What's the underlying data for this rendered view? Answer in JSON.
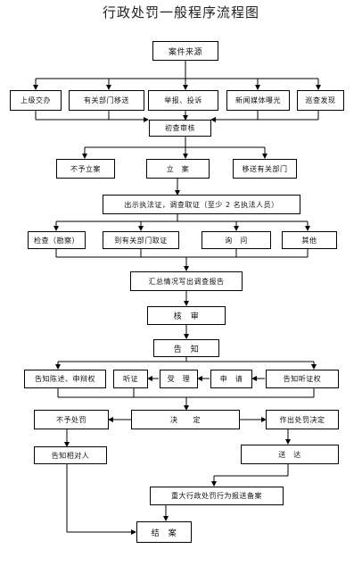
{
  "title": "行政处罚一般程序流程图",
  "nodes": {
    "source": "案件来源",
    "higher_referral": "上级交办",
    "dept_transfer": "有关部门移送",
    "report": "举报、投诉",
    "media_exposure": "新闻媒体曝光",
    "inspection": "巡查发现",
    "initial_review": "初查审核",
    "not_filed": "不予立案",
    "filed": "立　案",
    "transfer_dept": "移送有关部门",
    "show_cert": "出示执法证，调查取证（至少 2 名执法人员）",
    "check": "检查（勘察）",
    "dept_evidence": "到有关部门取证",
    "inquiry": "询　问",
    "other": "其他",
    "summary": "汇总情况写出调查报告",
    "review": "核　审",
    "notify": "告　知",
    "notify_defense": "告知陈述、申辩权",
    "hearing": "听证",
    "accept": "受　理",
    "apply": "申　请",
    "notify_hearing": "告知听证权",
    "no_penalty": "不予处罚",
    "decision": "决　　定",
    "make_decision": "作出处罚决定",
    "notify_party": "告知相对人",
    "deliver": "送　达",
    "major_report": "重大行政处罚行为报送备案",
    "close": "结　案"
  }
}
